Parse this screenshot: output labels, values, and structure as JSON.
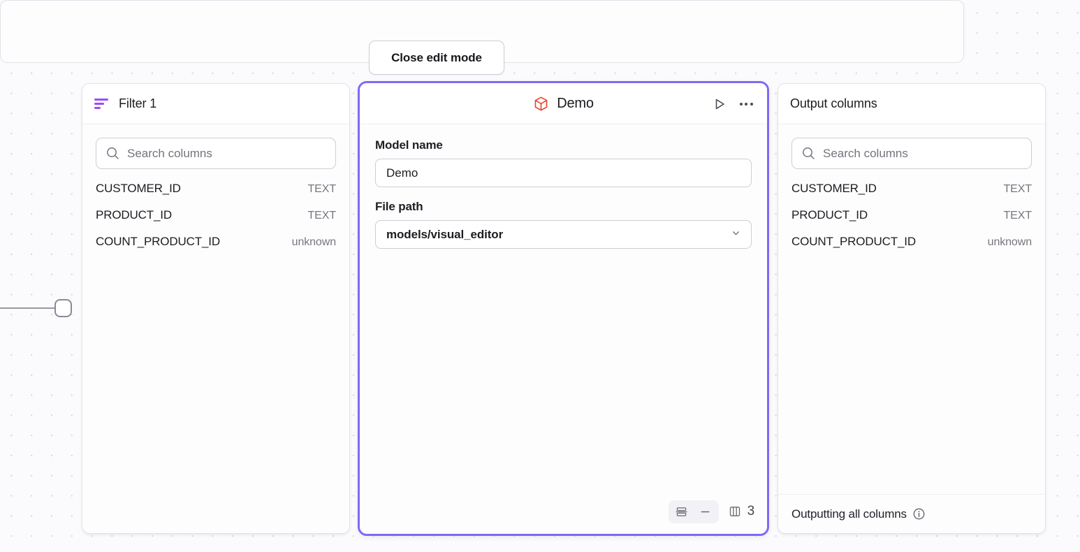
{
  "app": {
    "accent_purple": "#8069f5",
    "filter_icon_purple": "#9b4dfb",
    "model_icon_red": "#e8452c",
    "canvas_bg": "#fbfafc"
  },
  "toolbar": {
    "close_edit_mode_label": "Close edit mode"
  },
  "filter_panel": {
    "title": "Filter 1",
    "icon": "filter-icon",
    "search": {
      "placeholder": "Search columns",
      "value": "",
      "icon": "search-icon"
    },
    "columns": [
      {
        "name": "CUSTOMER_ID",
        "type": "TEXT"
      },
      {
        "name": "PRODUCT_ID",
        "type": "TEXT"
      },
      {
        "name": "COUNT_PRODUCT_ID",
        "type": "unknown"
      }
    ]
  },
  "model_panel": {
    "title": "Demo",
    "icon": "cube-icon",
    "actions": {
      "run_icon": "play-icon",
      "more_icon": "ellipsis-icon"
    },
    "fields": {
      "model_name_label": "Model name",
      "model_name_value": "Demo",
      "file_path_label": "File path",
      "file_path_value": "models/visual_editor",
      "file_path_chevron": "chevron-down-icon"
    },
    "footer": {
      "rows_view_icon": "rows-layout-icon",
      "collapse_icon": "minus-icon",
      "columns_icon": "columns-layout-icon",
      "column_count": "3"
    }
  },
  "output_panel": {
    "title": "Output columns",
    "search": {
      "placeholder": "Search columns",
      "value": "",
      "icon": "search-icon"
    },
    "columns": [
      {
        "name": "CUSTOMER_ID",
        "type": "TEXT"
      },
      {
        "name": "PRODUCT_ID",
        "type": "TEXT"
      },
      {
        "name": "COUNT_PRODUCT_ID",
        "type": "unknown"
      }
    ],
    "footer": {
      "text": "Outputting all columns",
      "info_icon": "info-icon"
    }
  }
}
